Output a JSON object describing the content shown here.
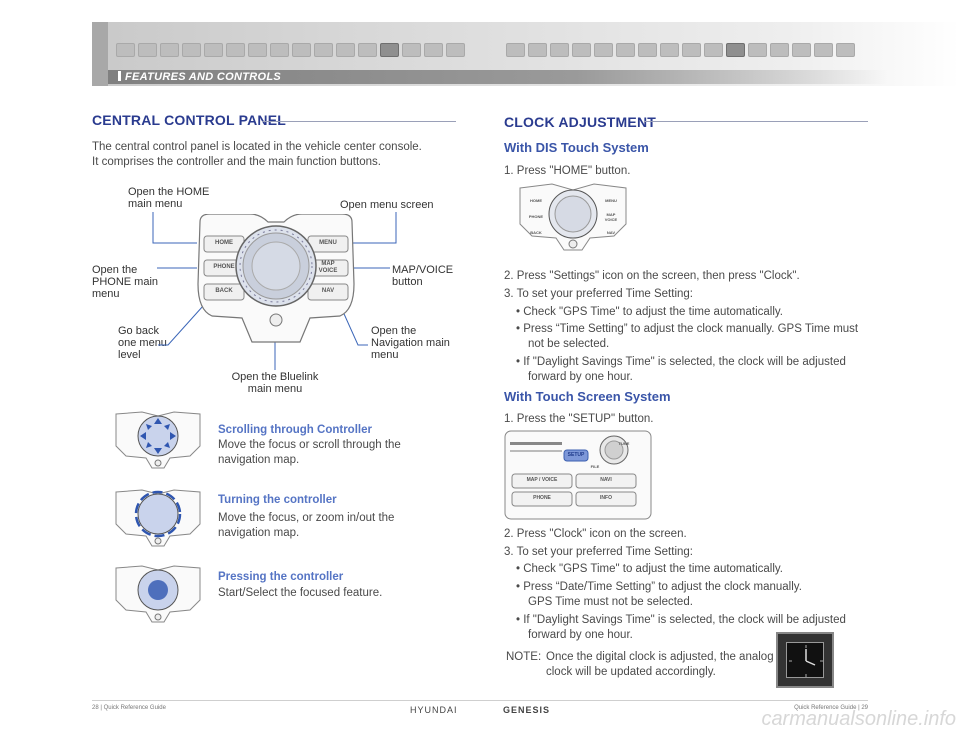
{
  "header": {
    "section": "FEATURES AND CONTROLS"
  },
  "left": {
    "title": "CENTRAL CONTROL PANEL",
    "intro1": "The central control panel is located in the vehicle center console.",
    "intro2": "It comprises the controller and the main function buttons.",
    "callouts": {
      "home": [
        "Open the HOME",
        "main menu"
      ],
      "menu": [
        "Open menu screen"
      ],
      "phone": [
        "Open the",
        "PHONE main",
        "menu"
      ],
      "mapvoice": [
        "MAP/VOICE",
        "button"
      ],
      "back": [
        "Go back",
        "one menu",
        "level"
      ],
      "nav": [
        "Open the",
        "Navigation main",
        "menu"
      ],
      "bluelink": [
        "Open the Bluelink",
        "main menu"
      ]
    },
    "panel_buttons": {
      "home": "HOME",
      "phone": "PHONE",
      "back": "BACK",
      "menu": "MENU",
      "map": "MAP",
      "voice": "VOICE",
      "nav": "NAV"
    },
    "features": [
      {
        "title": "Scrolling through Controller",
        "l1": "Move the focus or scroll through the",
        "l2": "navigation map."
      },
      {
        "title": "Turning the controller",
        "l1": "Move the focus, or zoom in/out the",
        "l2": "navigation map."
      },
      {
        "title": "Pressing the controller",
        "l1": "Start/Select the focused feature.",
        "l2": ""
      }
    ]
  },
  "right": {
    "title": "CLOCK ADJUSTMENT",
    "dis": {
      "title": "With DIS Touch System",
      "s1": "1. Press \"HOME\" button.",
      "s2": "2. Press \"Settings\" icon on the screen, then press \"Clock\".",
      "s3": "3. To set your preferred Time Setting:",
      "b1": "• Check \"GPS Time\" to adjust the time automatically.",
      "b2a": "• Press “Time Setting” to adjust the clock manually. GPS Time must",
      "b2b": "not be selected.",
      "b3a": "• If \"Daylight Savings Time\" is selected, the clock will be adjusted",
      "b3b": "forward by one hour."
    },
    "touch": {
      "title": "With Touch Screen System",
      "s1": "1. Press the \"SETUP\" button.",
      "s2": "2. Press \"Clock\" icon on the screen.",
      "s3": "3. To set your preferred Time Setting:",
      "b1": "• Check \"GPS Time\" to adjust the time automatically.",
      "b2a": "• Press “Date/Time Setting” to adjust the clock manually.",
      "b2b": "GPS Time must not be selected.",
      "b3a": "• If \"Daylight Savings Time\" is selected, the clock will be adjusted",
      "b3b": "forward by one hour."
    },
    "radio": {
      "setup": "SETUP",
      "tune": "TUNE",
      "file": "FILE",
      "mapvoice": "MAP / VOICE",
      "navi": "NAVI",
      "phone": "PHONE",
      "info": "INFO"
    },
    "note_label": "NOTE:",
    "note1": "Once the digital clock is adjusted, the analog",
    "note2": "clock will be updated accordingly."
  },
  "footer": {
    "left": "28 | Quick Reference Guide",
    "right": "Quick Reference Guide | 29",
    "brand1": "HYUNDAI",
    "brand2": "GENESIS",
    "watermark": "carmanualsonline.info"
  }
}
